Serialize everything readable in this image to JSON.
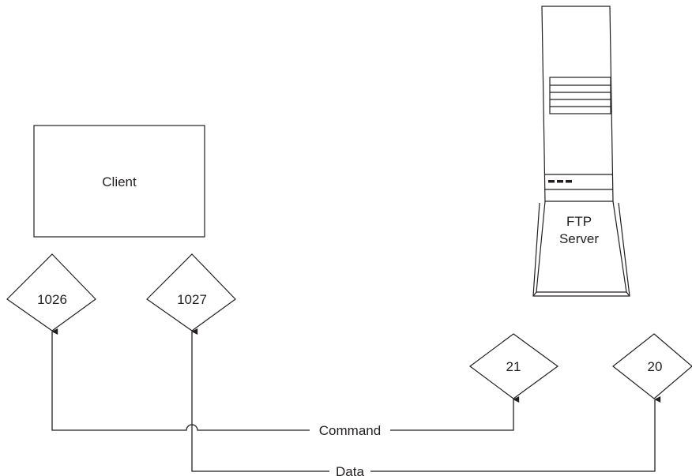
{
  "client": {
    "label": "Client"
  },
  "server": {
    "label_line1": "FTP",
    "label_line2": "Server"
  },
  "ports": {
    "client_command": "1026",
    "client_data": "1027",
    "server_command": "21",
    "server_data": "20"
  },
  "connections": {
    "command_label": "Command",
    "data_label": "Data"
  },
  "colors": {
    "line": "#231f20",
    "background": "#ffffff"
  }
}
